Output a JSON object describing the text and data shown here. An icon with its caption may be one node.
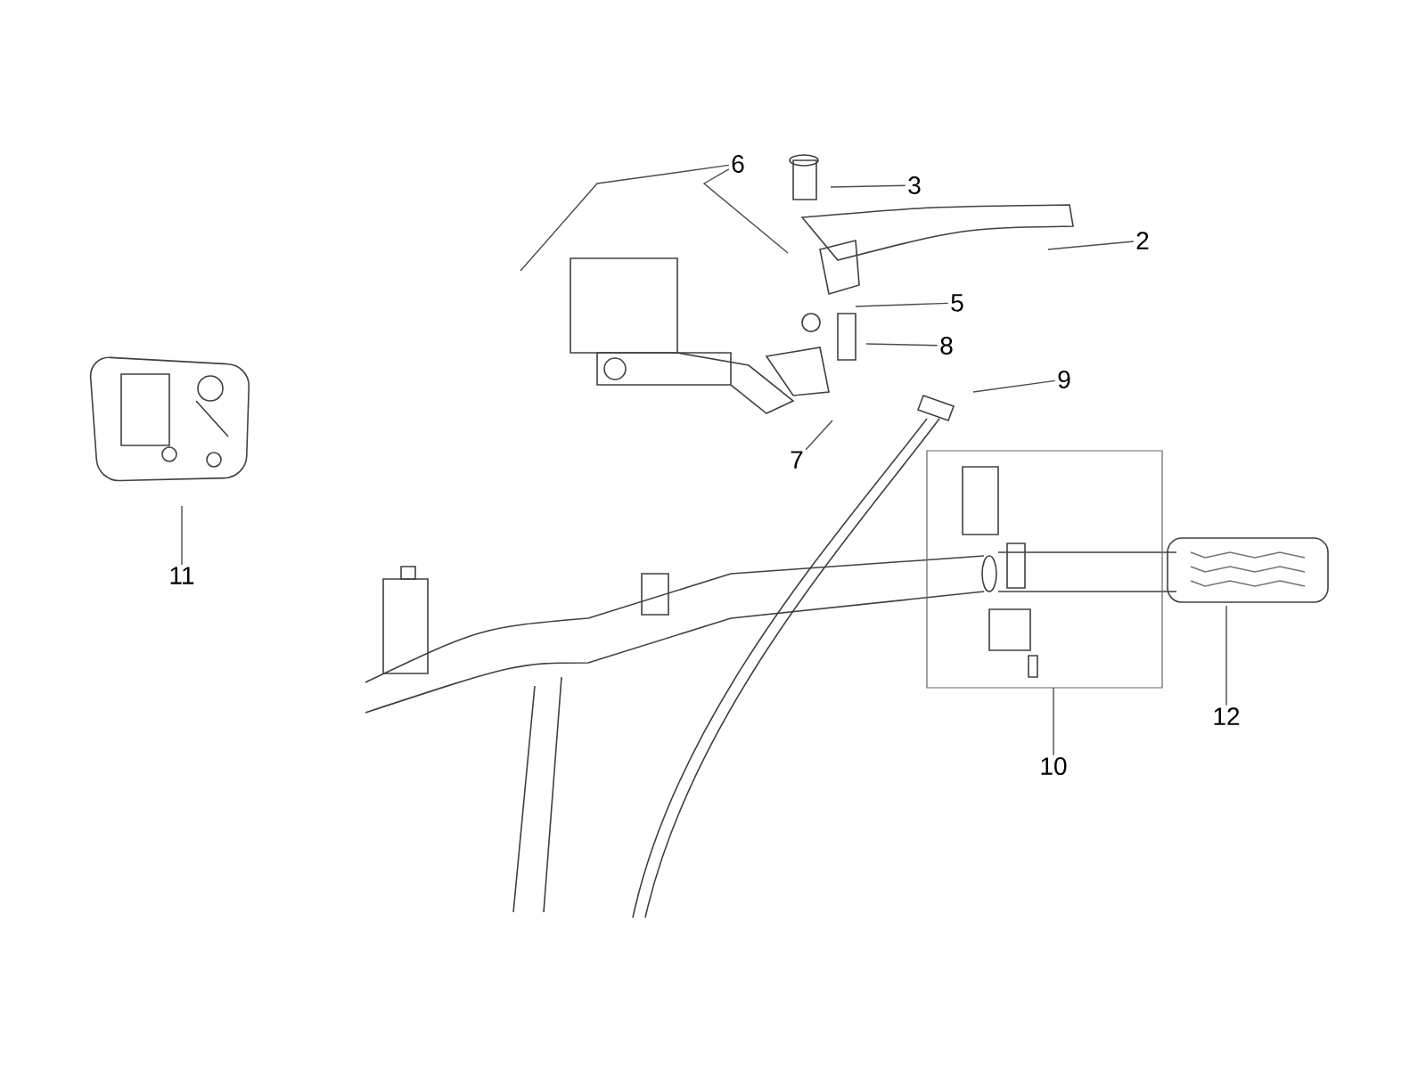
{
  "diagram": {
    "nodes": [
      {
        "text": [
          "6"
        ]
      },
      {
        "text": [
          "3"
        ]
      },
      {
        "text": [
          "2"
        ]
      },
      {
        "text": [
          "5"
        ]
      },
      {
        "text": [
          "8"
        ]
      },
      {
        "text": [
          "9"
        ]
      },
      {
        "text": [
          "7"
        ]
      },
      {
        "text": [
          "11"
        ]
      },
      {
        "text": [
          "10"
        ]
      },
      {
        "text": [
          "12"
        ]
      }
    ],
    "edges": [
      {
        "from": 0,
        "to": null,
        "arrow": "none"
      },
      {
        "from": 0,
        "to": null,
        "arrow": "none"
      },
      {
        "from": 1,
        "to": null,
        "arrow": "none"
      },
      {
        "from": 2,
        "to": null,
        "arrow": "none"
      },
      {
        "from": 3,
        "to": null,
        "arrow": "none"
      },
      {
        "from": 4,
        "to": null,
        "arrow": "none"
      },
      {
        "from": 5,
        "to": null,
        "arrow": "none"
      },
      {
        "from": 6,
        "to": null,
        "arrow": "none"
      },
      {
        "from": 7,
        "to": null,
        "arrow": "none"
      },
      {
        "from": 8,
        "to": null,
        "arrow": "none"
      },
      {
        "from": 9,
        "to": null,
        "arrow": "none"
      }
    ]
  }
}
